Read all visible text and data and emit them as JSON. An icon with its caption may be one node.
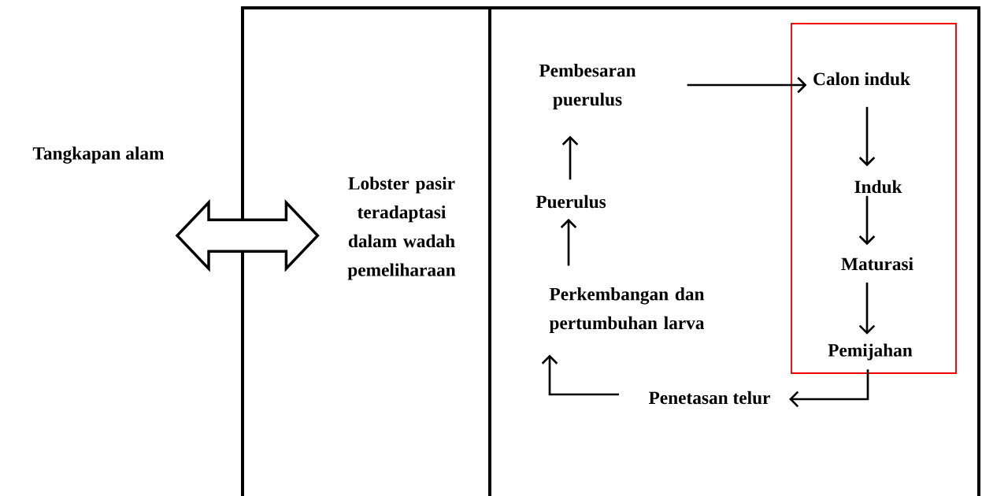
{
  "diagram": {
    "nodes": [
      {
        "text": [
          "Tangkapan alam"
        ]
      },
      {
        "text": [],
        "shape": "box"
      },
      {
        "text": [
          "Lobster pasir teradaptasi dalam wadah pemeliharaan"
        ],
        "in": 1
      },
      {
        "text": [],
        "shape": "box"
      },
      {
        "text": [
          "Pembesaran puerulus"
        ],
        "in": 3
      },
      {
        "text": [],
        "shape": "box",
        "in": 3
      },
      {
        "text": [
          "Calon induk"
        ],
        "in": 5
      },
      {
        "text": [
          "Induk"
        ],
        "in": 5
      },
      {
        "text": [
          "Maturasi"
        ],
        "in": 5
      },
      {
        "text": [
          "Pemijahan"
        ],
        "in": 5
      },
      {
        "text": [
          "Puerulus"
        ],
        "in": 3
      },
      {
        "text": [
          "Perkembangan dan pertumbuhan larva"
        ],
        "in": 3
      },
      {
        "text": [
          "Penetasan telur"
        ],
        "in": 3
      }
    ],
    "edges": [
      {
        "from": 0,
        "to": 2,
        "arrow": "both",
        "style": "thick"
      },
      {
        "from": 4,
        "to": 6,
        "arrow": "to"
      },
      {
        "from": 6,
        "to": 7,
        "arrow": "to"
      },
      {
        "from": 7,
        "to": 8,
        "arrow": "to"
      },
      {
        "from": 8,
        "to": 9,
        "arrow": "to"
      },
      {
        "from": 9,
        "to": 12,
        "arrow": "to"
      },
      {
        "from": 12,
        "to": 11,
        "arrow": "to"
      },
      {
        "from": 11,
        "to": 10,
        "arrow": "to"
      },
      {
        "from": 10,
        "to": 4,
        "arrow": "to"
      }
    ]
  }
}
